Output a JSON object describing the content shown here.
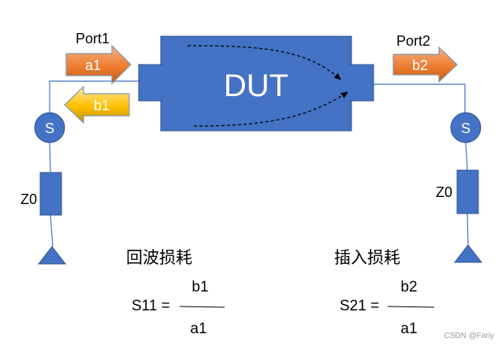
{
  "dut": {
    "label": "DUT",
    "color": "#4472C4"
  },
  "ports": {
    "port1": {
      "label": "Port1",
      "incident": "a1",
      "reflected": "b1"
    },
    "port2": {
      "label": "Port2",
      "transmitted": "b2"
    }
  },
  "sources": {
    "left": {
      "label": "S",
      "impedance": "Z0"
    },
    "right": {
      "label": "S",
      "impedance": "Z0"
    }
  },
  "formulas": {
    "return_loss": {
      "title": "回波损耗",
      "lhs": "S11 =",
      "numerator": "b1",
      "denominator": "a1"
    },
    "insertion_loss": {
      "title": "插入损耗",
      "lhs": "S21 =",
      "numerator": "b2",
      "denominator": "a1"
    }
  },
  "watermark": "CSDN @Fariy",
  "colors": {
    "blue": "#4472C4",
    "blue_dark": "#2F528F",
    "orange": "#ED7D31",
    "yellow": "#FFC000",
    "line": "#4472C4",
    "text": "#000000"
  },
  "icons": {
    "ground": "triangle-ground-icon",
    "arrow": "block-arrow-icon"
  }
}
